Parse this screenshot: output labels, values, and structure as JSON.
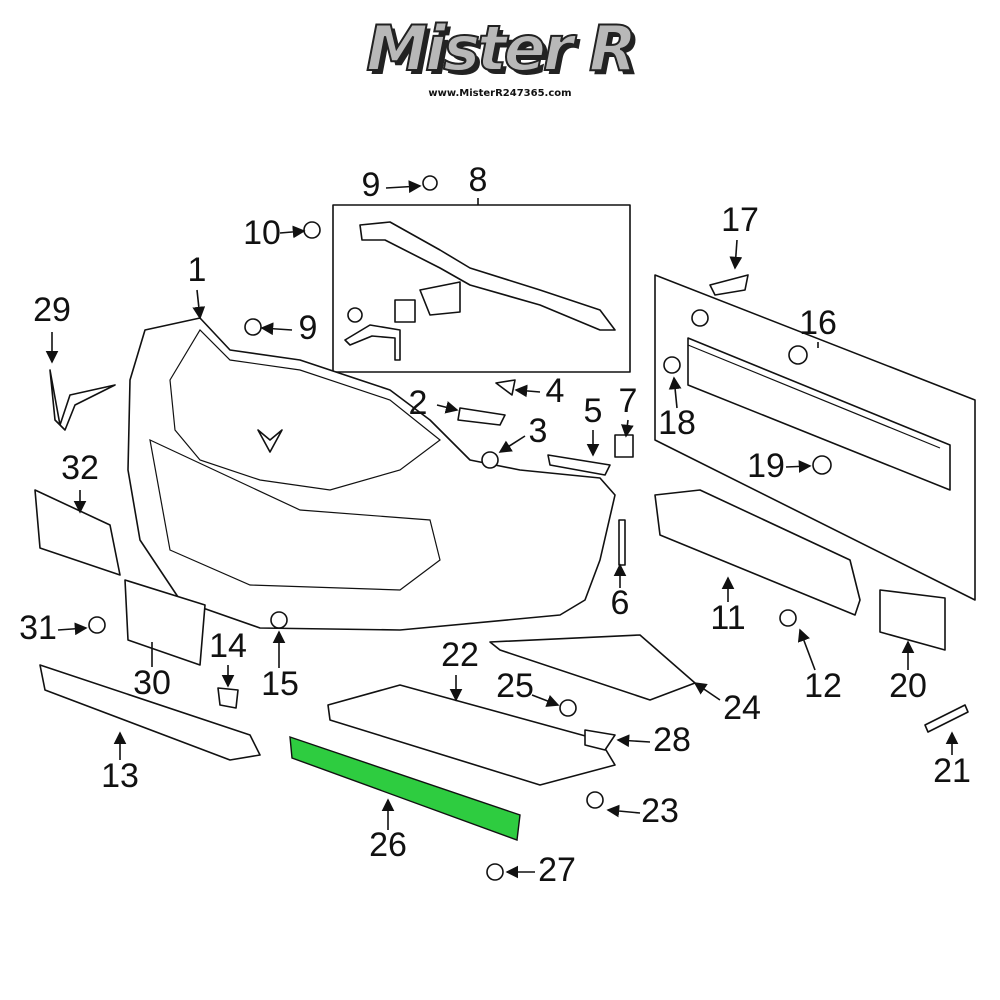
{
  "logo": {
    "brand": "Mister R",
    "url": "www.MisterR247365.com"
  },
  "highlight_color": "#2ecc40",
  "highlighted_part": "26",
  "callouts": {
    "c1": "1",
    "c2": "2",
    "c3": "3",
    "c4": "4",
    "c5": "5",
    "c6": "6",
    "c7": "7",
    "c8": "8",
    "c9a": "9",
    "c9b": "9",
    "c10": "10",
    "c11": "11",
    "c12": "12",
    "c13": "13",
    "c14": "14",
    "c15": "15",
    "c16": "16",
    "c17": "17",
    "c18": "18",
    "c19": "19",
    "c20": "20",
    "c21": "21",
    "c22": "22",
    "c23": "23",
    "c24": "24",
    "c25": "25",
    "c26": "26",
    "c27": "27",
    "c28": "28",
    "c29": "29",
    "c30": "30",
    "c31": "31",
    "c32": "32"
  }
}
